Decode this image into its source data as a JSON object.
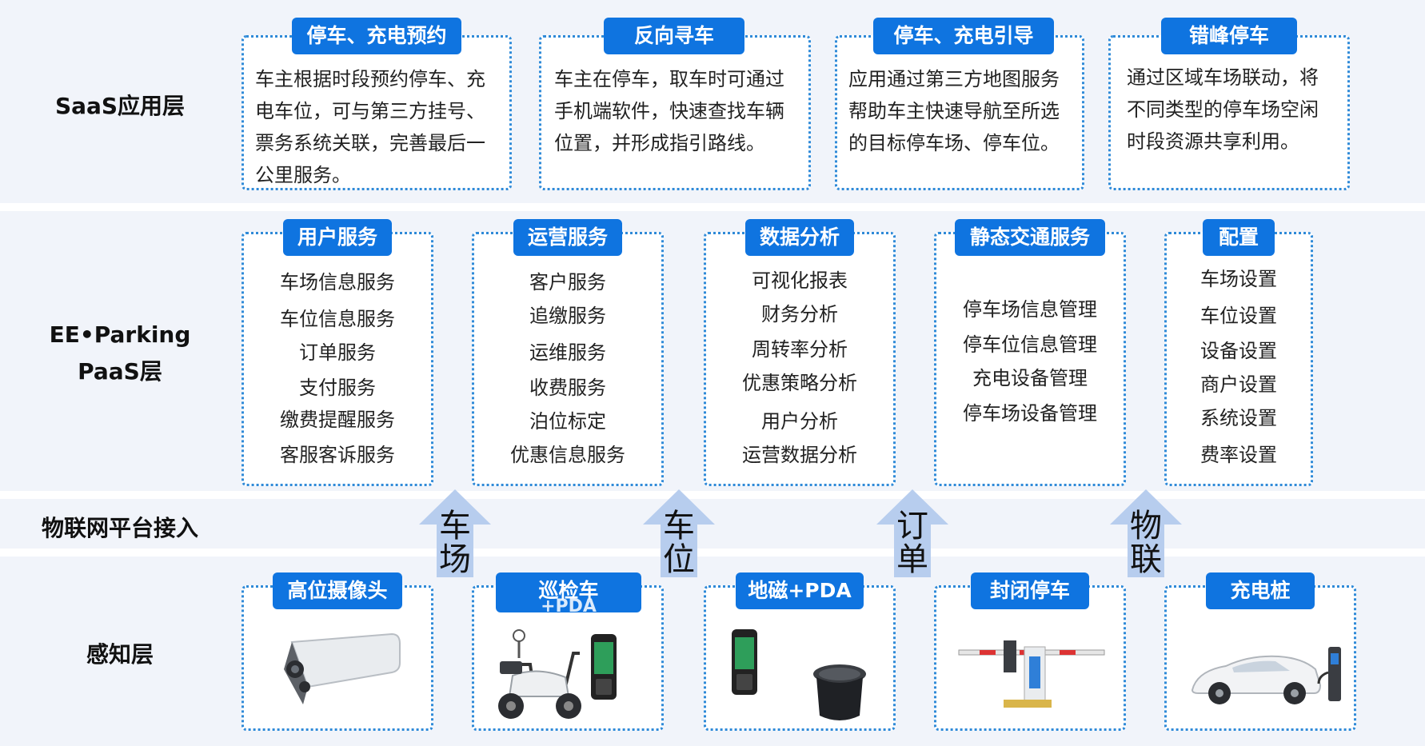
{
  "layers": {
    "saas": "SaaS应用层",
    "paas_line1": "EE•Parking",
    "paas_line2": "PaaS层",
    "iot": "物联网平台接入",
    "sensing": "感知层"
  },
  "saas_cards": [
    {
      "title": "停车、充电预约",
      "lines": [
        "车主根据时段预约停车、充",
        "电车位，可与第三方挂号、",
        "票务系统关联，完善最后一",
        "公里服务。"
      ]
    },
    {
      "title": "反向寻车",
      "lines": [
        "车主在停车，取车时可通过",
        "手机端软件，快速查找车辆",
        "位置，并形成指引路线。"
      ]
    },
    {
      "title": "停车、充电引导",
      "lines": [
        "应用通过第三方地图服务",
        "帮助车主快速导航至所选",
        "的目标停车场、停车位。"
      ]
    },
    {
      "title": "错峰停车",
      "lines": [
        "通过区域车场联动，将",
        "不同类型的停车场空闲",
        "时段资源共享利用。"
      ]
    }
  ],
  "paas_cards": [
    {
      "title": "用户服务",
      "items": [
        "车场信息服务",
        "车位信息服务",
        "订单服务",
        "支付服务",
        "缴费提醒服务",
        "客服客诉服务"
      ]
    },
    {
      "title": "运营服务",
      "items": [
        "客户服务",
        "追缴服务",
        "运维服务",
        "收费服务",
        "泊位标定",
        "优惠信息服务"
      ]
    },
    {
      "title": "数据分析",
      "items": [
        "可视化报表",
        "财务分析",
        "周转率分析",
        "优惠策略分析",
        "用户分析",
        "运营数据分析"
      ]
    },
    {
      "title": "静态交通服务",
      "items": [
        "停车场信息管理",
        "停车位信息管理",
        "充电设备管理",
        "停车场设备管理"
      ]
    },
    {
      "title": "配置",
      "items": [
        "车场设置",
        "车位设置",
        "设备设置",
        "商户设置",
        "系统设置",
        "费率设置"
      ]
    }
  ],
  "arrows": [
    {
      "top": "车",
      "bottom": "场"
    },
    {
      "top": "车",
      "bottom": "位"
    },
    {
      "top": "订",
      "bottom": "单"
    },
    {
      "top": "物",
      "bottom": "联"
    }
  ],
  "devices": [
    {
      "title": "高位摄像头",
      "icon": "camera-icon"
    },
    {
      "title": "巡检车",
      "subtitle": "+PDA",
      "icon": "scooter-icon"
    },
    {
      "title": "地磁+PDA",
      "icon": "geomagnetic-sensor-icon"
    },
    {
      "title": "封闭停车",
      "icon": "barrier-gate-icon"
    },
    {
      "title": "充电桩",
      "icon": "charging-pile-icon"
    }
  ],
  "colors": {
    "accent": "#0f74e0",
    "border": "#2f8ad8",
    "band": "#f1f4fa",
    "arrow": "#b7cdee"
  }
}
